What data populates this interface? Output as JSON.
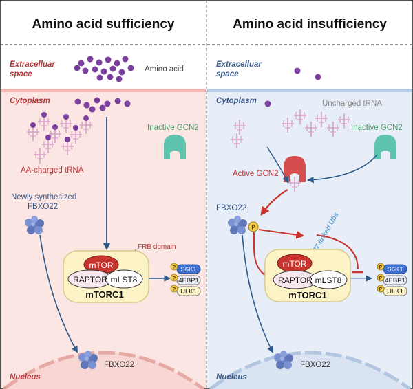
{
  "left": {
    "title": "Amino acid sufficiency",
    "extracellular_label_line1": "Extracelluar",
    "extracellular_label_line2": "space",
    "amino_acid_label": "Amino acid",
    "cytoplasm_label": "Cytoplasm",
    "inactive_gcn2_label": "Inactive GCN2",
    "aa_charged_trna_label": "AA-charged tRNA",
    "newly_synthesized_line1": "Newly synthesized",
    "newly_synthesized_line2": "FBXO22",
    "frb_domain_label": "FRB domain",
    "mtor_label": "mTOR",
    "raptor_label": "RAPTOR",
    "mlst8_label": "mLST8",
    "mtorc1_label": "mTORC1",
    "substrates": [
      "S6K1",
      "4EBP1",
      "ULK1"
    ],
    "phospho_label": "P",
    "fbxo22_nucleus_label": "FBXO22",
    "nucleus_label": "Nucleus"
  },
  "right": {
    "title": "Amino acid insufficiency",
    "extracellular_label_line1": "Extracelluar",
    "extracellular_label_line2": "space",
    "cytoplasm_label": "Cytoplasm",
    "uncharged_trna_label": "Uncharged tRNA",
    "inactive_gcn2_label": "Inactive GCN2",
    "active_gcn2_label": "Active GCN2",
    "fbxo22_label": "FBXO22",
    "k27_label": "K27-linked Ubs",
    "mtor_label": "mTOR",
    "raptor_label": "RAPTOR",
    "mlst8_label": "mLST8",
    "mtorc1_label": "mTORC1",
    "substrates": [
      "S6K1",
      "4EBP1",
      "ULK1"
    ],
    "phospho_label": "P",
    "fbxo22_nucleus_label": "FBXO22",
    "nucleus_label": "Nucleus"
  },
  "colors": {
    "left_cyto_bg": "#fbe6e4",
    "right_cyto_bg": "#e8eef7",
    "amino_acid": "#7b3fa0",
    "trna": "#d7a0c8",
    "gcn2_inactive": "#5fc4ad",
    "gcn2_active": "#d64d4d",
    "arrow_blue": "#2d5a8a",
    "arrow_red": "#c8352e",
    "mtor_red": "#c8352e",
    "mtorc1_fill": "#fbf2c6",
    "fbxo22": "#6b82c4",
    "s6k1": "#3b6fd1",
    "label_red": "#b5373a",
    "label_blue": "#3a5a8a",
    "label_green": "#4a9a6a"
  }
}
